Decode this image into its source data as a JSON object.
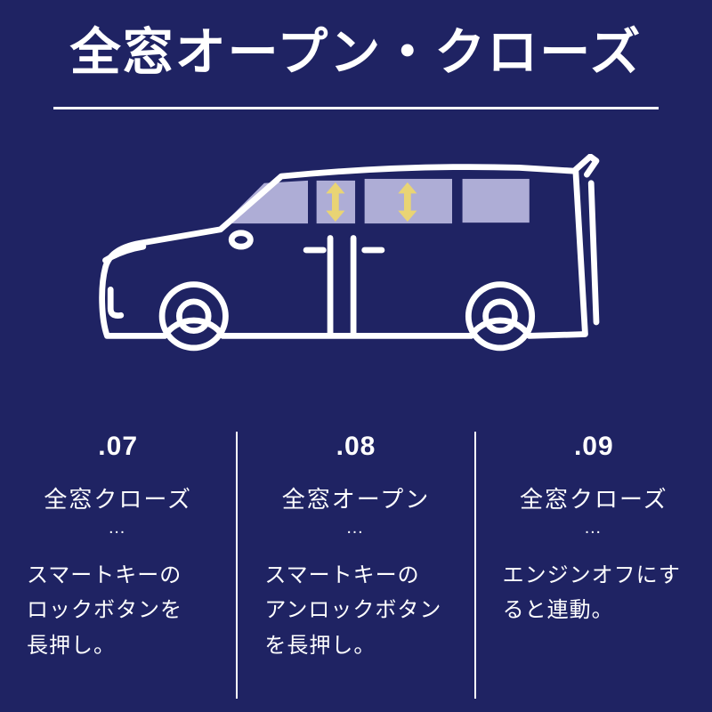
{
  "page": {
    "background": "#1f2363",
    "text_color": "#ffffff"
  },
  "header": {
    "title": "全窓オープン・クローズ"
  },
  "illustration": {
    "subject": "minivan-side-view",
    "outline_color": "#ffffff",
    "window_color": "#aeadd6",
    "arrow_color": "#e9d474"
  },
  "steps": [
    {
      "number": ".07",
      "heading": "全窓クローズ",
      "dots": "…",
      "description": "スマートキーの\nロックボタンを\n長押し。"
    },
    {
      "number": ".08",
      "heading": "全窓オープン",
      "dots": "…",
      "description": "スマートキーの\nアンロックボタン\nを長押し。"
    },
    {
      "number": ".09",
      "heading": "全窓クローズ",
      "dots": "…",
      "description": "エンジンオフにす\nると連動。"
    }
  ]
}
